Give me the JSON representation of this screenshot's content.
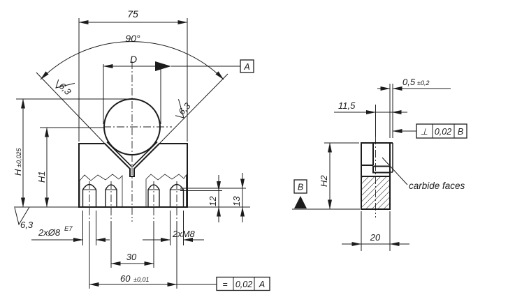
{
  "drawing": {
    "colors": {
      "line": "#1c1c1c",
      "background": "#ffffff"
    },
    "front_view": {
      "dim_width_top": "75",
      "dim_angle": "90°",
      "dim_diameter": "D",
      "datum_a": "A",
      "roughness_left": "6,3",
      "roughness_right": "6,3",
      "roughness_base": "6,3",
      "dim_height": "H",
      "dim_height_tol": "±0,025",
      "dim_h1": "H1",
      "dim_12": "12",
      "dim_13": "13",
      "label_fit_holes": "2xØ8",
      "label_fit_holes_sup": "E7",
      "label_thread_holes": "2xM8",
      "dim_30": "30",
      "dim_60": "60",
      "dim_60_tol": "±0,01",
      "fcf_bottom": {
        "symbol": "=",
        "tolerance": "0,02",
        "datum": "A"
      }
    },
    "side_view": {
      "dim_05": "0,5",
      "dim_05_tol": "±0,2",
      "dim_115": "11,5",
      "fcf_perp": {
        "symbol": "⊥",
        "tolerance": "0,02",
        "datum": "B"
      },
      "dim_h2": "H2",
      "datum_b": "B",
      "label_carbide": "carbide faces",
      "dim_20": "20"
    }
  }
}
